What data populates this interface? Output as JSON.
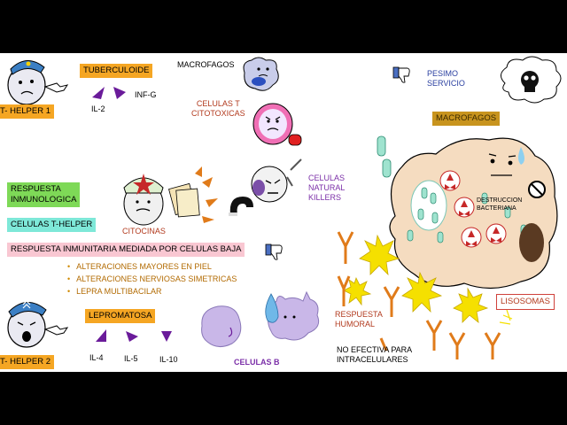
{
  "labels": {
    "th1": "T- HELPER  1",
    "th2": "T- HELPER  2",
    "tuberculoide": "TUBERCULOIDE",
    "lepromatosa": "LEPROMATOSA",
    "il2": "IL-2",
    "infg": "INF-G",
    "il4": "IL-4",
    "il5": "IL-5",
    "il10": "IL-10",
    "macrofagos_top": "MACROFAGOS",
    "celulas_t_citotoxicas": "CELULAS T\nCITOTOXICAS",
    "celulas_nk": "CELULAS\nNATURAL\nKILLERS",
    "respuesta_inmunologica": "RESPUESTA\nINMUNOLOGICA",
    "celulas_t_helper": "CELULAS T-HELPER",
    "citocinas": "CITOCINAS",
    "respuesta_baja": "RESPUESTA INMUNITARIA MEDIADA POR CELULAS BAJA",
    "pesimo_servicio": "PESIMO\nSERVICIO",
    "macrofagos_right": "MACROFAGOS",
    "destruccion": "DESTRUCCION\nBACTERIANA",
    "lisosomas": "LISOSOMAS",
    "respuesta_humoral": "RESPUESTA\nHUMORAL",
    "no_efectiva": "NO EFECTIVA PARA\nINTRACELULARES",
    "celulas_b": "CELULAS B"
  },
  "bullets": [
    "ALTERACIONES MAYORES EN PIEL",
    "ALTERACIONES NERVIOSAS SIMETRICAS",
    "LEPRA MULTIBACILAR"
  ],
  "colors": {
    "orange": "#f5a623",
    "brown_label": "#c8941e",
    "green_label": "#7ed957",
    "teal_label": "#7ee8d8",
    "pink_label": "#f9c7d2",
    "lysosome_border": "#d0413b",
    "macrophage_fill": "#f5dcc0",
    "cytokine_purple": "#6a1b9a"
  },
  "icons": [
    "police-cap-icon",
    "thumbs-down-icon",
    "skull-icon",
    "no-entry-icon",
    "antibody-icon",
    "explosion-icon",
    "syringe-icon",
    "magnet-icon",
    "documents-icon",
    "boxing-glove-icon"
  ]
}
